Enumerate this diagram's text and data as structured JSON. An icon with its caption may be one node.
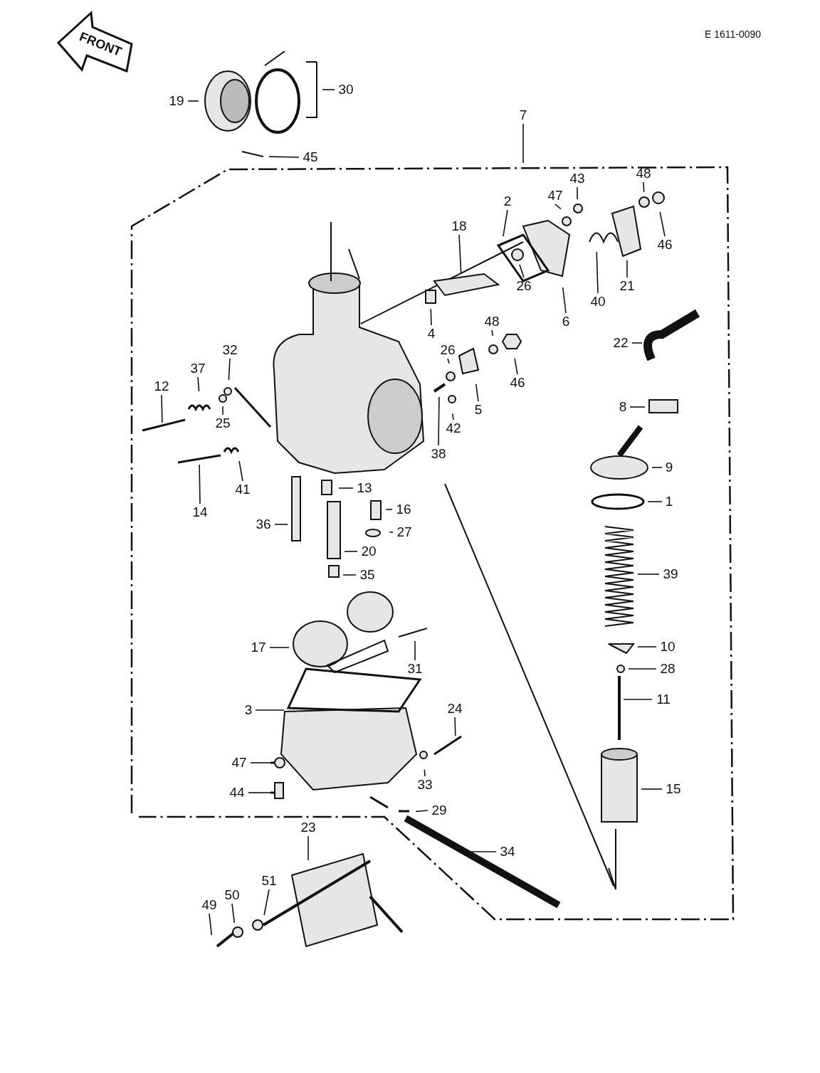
{
  "diagram": {
    "nodes": [
      {
        "text": [
          "30"
        ]
      },
      {
        "text": [
          "19"
        ]
      },
      {
        "text": [
          "7"
        ]
      },
      {
        "text": [
          "45"
        ]
      },
      {
        "text": [
          "43"
        ]
      },
      {
        "text": [
          "48"
        ]
      },
      {
        "text": [
          "47"
        ]
      },
      {
        "text": [
          "2"
        ]
      },
      {
        "text": [
          "18"
        ]
      },
      {
        "text": [
          "46"
        ]
      },
      {
        "text": [
          "21"
        ]
      },
      {
        "text": [
          "26"
        ]
      },
      {
        "text": [
          "40"
        ]
      },
      {
        "text": [
          "6"
        ]
      },
      {
        "text": [
          "48"
        ]
      },
      {
        "text": [
          "4"
        ]
      },
      {
        "text": [
          "22"
        ]
      },
      {
        "text": [
          "32"
        ]
      },
      {
        "text": [
          "26"
        ]
      },
      {
        "text": [
          "37"
        ]
      },
      {
        "text": [
          "46"
        ]
      },
      {
        "text": [
          "12"
        ]
      },
      {
        "text": [
          "8"
        ]
      },
      {
        "text": [
          "5"
        ]
      },
      {
        "text": [
          "25"
        ]
      },
      {
        "text": [
          "42"
        ]
      },
      {
        "text": [
          "38"
        ]
      },
      {
        "text": [
          "9"
        ]
      },
      {
        "text": [
          "13"
        ]
      },
      {
        "text": [
          "41"
        ]
      },
      {
        "text": [
          "1"
        ]
      },
      {
        "text": [
          "16"
        ]
      },
      {
        "text": [
          "14"
        ]
      },
      {
        "text": [
          "36"
        ]
      },
      {
        "text": [
          "27"
        ]
      },
      {
        "text": [
          "20"
        ]
      },
      {
        "text": [
          "39"
        ]
      },
      {
        "text": [
          "35"
        ]
      },
      {
        "text": [
          "10"
        ]
      },
      {
        "text": [
          "17"
        ]
      },
      {
        "text": [
          "31"
        ]
      },
      {
        "text": [
          "28"
        ]
      },
      {
        "text": [
          "11"
        ]
      },
      {
        "text": [
          "24"
        ]
      },
      {
        "text": [
          "3"
        ]
      },
      {
        "text": [
          "47"
        ]
      },
      {
        "text": [
          "33"
        ]
      },
      {
        "text": [
          "15"
        ]
      },
      {
        "text": [
          "44"
        ]
      },
      {
        "text": [
          "29"
        ]
      },
      {
        "text": [
          "23"
        ]
      },
      {
        "text": [
          "34"
        ]
      },
      {
        "text": [
          "51"
        ]
      },
      {
        "text": [
          "50"
        ]
      },
      {
        "text": [
          "49"
        ]
      }
    ],
    "edges": [
      {
        "from": 0,
        "to": null,
        "arrow": "none"
      },
      {
        "from": 1,
        "to": null,
        "arrow": "none"
      },
      {
        "from": 2,
        "to": null,
        "arrow": "none"
      },
      {
        "from": 3,
        "to": null,
        "arrow": "none"
      },
      {
        "from": 4,
        "to": null,
        "arrow": "none"
      },
      {
        "from": 5,
        "to": null,
        "arrow": "none"
      },
      {
        "from": 6,
        "to": null,
        "arrow": "none"
      },
      {
        "from": 7,
        "to": null,
        "arrow": "none"
      },
      {
        "from": 8,
        "to": null,
        "arrow": "none"
      },
      {
        "from": 9,
        "to": null,
        "arrow": "none"
      },
      {
        "from": 10,
        "to": null,
        "arrow": "none"
      },
      {
        "from": 11,
        "to": null,
        "arrow": "none"
      },
      {
        "from": 12,
        "to": null,
        "arrow": "none"
      },
      {
        "from": 13,
        "to": null,
        "arrow": "none"
      },
      {
        "from": 14,
        "to": null,
        "arrow": "none"
      },
      {
        "from": 15,
        "to": null,
        "arrow": "none"
      },
      {
        "from": 16,
        "to": null,
        "arrow": "none"
      },
      {
        "from": 17,
        "to": null,
        "arrow": "none"
      },
      {
        "from": 18,
        "to": null,
        "arrow": "none"
      },
      {
        "from": 19,
        "to": null,
        "arrow": "none"
      },
      {
        "from": 20,
        "to": null,
        "arrow": "none"
      },
      {
        "from": 21,
        "to": null,
        "arrow": "none"
      },
      {
        "from": 22,
        "to": null,
        "arrow": "none"
      },
      {
        "from": 23,
        "to": null,
        "arrow": "none"
      },
      {
        "from": 24,
        "to": null,
        "arrow": "none"
      },
      {
        "from": 25,
        "to": null,
        "arrow": "none"
      },
      {
        "from": 26,
        "to": null,
        "arrow": "none"
      },
      {
        "from": 27,
        "to": null,
        "arrow": "none"
      },
      {
        "from": 28,
        "to": null,
        "arrow": "none"
      },
      {
        "from": 29,
        "to": null,
        "arrow": "none"
      },
      {
        "from": 30,
        "to": null,
        "arrow": "none"
      },
      {
        "from": 31,
        "to": null,
        "arrow": "none"
      },
      {
        "from": 32,
        "to": null,
        "arrow": "none"
      },
      {
        "from": 33,
        "to": null,
        "arrow": "none"
      },
      {
        "from": 34,
        "to": null,
        "arrow": "none"
      },
      {
        "from": 35,
        "to": null,
        "arrow": "none"
      },
      {
        "from": 36,
        "to": null,
        "arrow": "none"
      },
      {
        "from": 37,
        "to": null,
        "arrow": "none"
      },
      {
        "from": 38,
        "to": null,
        "arrow": "none"
      },
      {
        "from": 39,
        "to": null,
        "arrow": "none"
      },
      {
        "from": 40,
        "to": null,
        "arrow": "none"
      },
      {
        "from": 41,
        "to": null,
        "arrow": "none"
      },
      {
        "from": 42,
        "to": null,
        "arrow": "none"
      },
      {
        "from": 43,
        "to": null,
        "arrow": "none"
      },
      {
        "from": 44,
        "to": null,
        "arrow": "none"
      },
      {
        "from": 45,
        "to": null,
        "arrow": "none"
      },
      {
        "from": 46,
        "to": null,
        "arrow": "none"
      },
      {
        "from": 47,
        "to": null,
        "arrow": "none"
      },
      {
        "from": 48,
        "to": null,
        "arrow": "none"
      },
      {
        "from": 49,
        "to": null,
        "arrow": "none"
      },
      {
        "from": 50,
        "to": null,
        "arrow": "none"
      },
      {
        "from": 51,
        "to": null,
        "arrow": "none"
      },
      {
        "from": 52,
        "to": null,
        "arrow": "none"
      },
      {
        "from": 53,
        "to": null,
        "arrow": "none"
      },
      {
        "from": 54,
        "to": null,
        "arrow": "none"
      }
    ],
    "labels": [
      "FRONT",
      "E 1611-0090"
    ]
  }
}
